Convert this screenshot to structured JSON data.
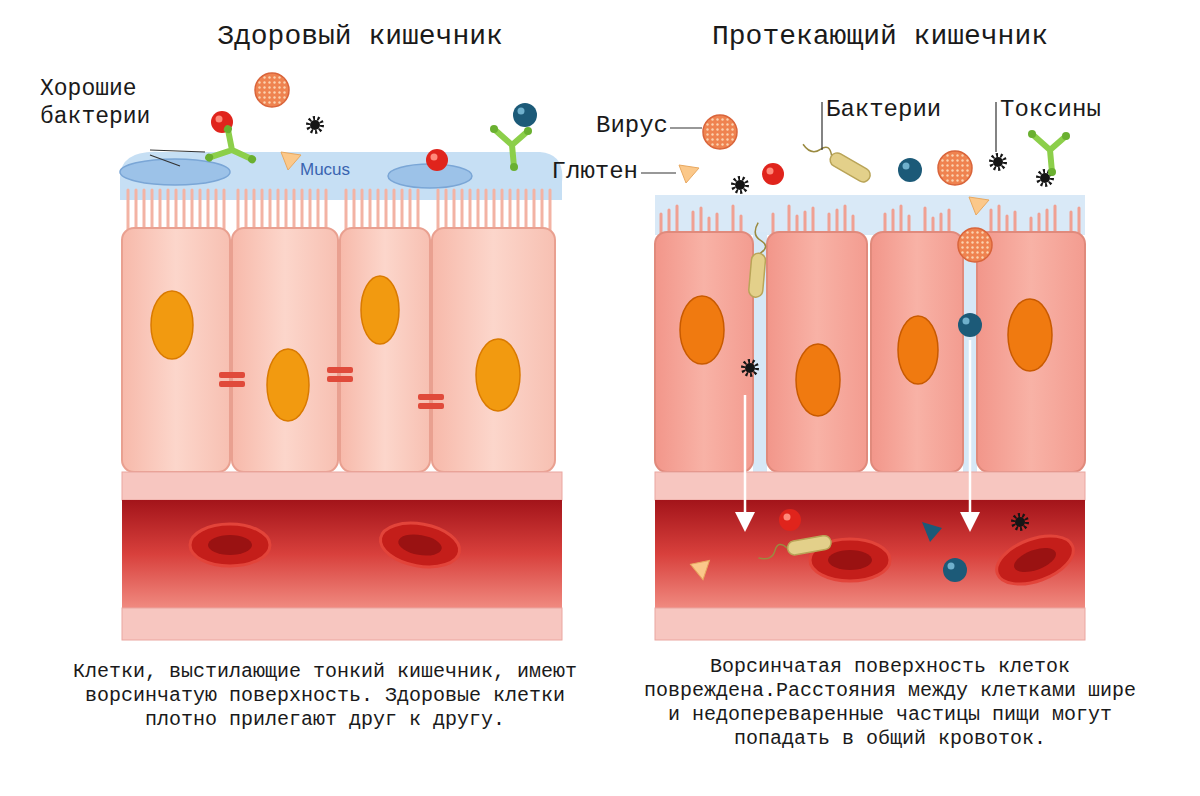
{
  "diagram": {
    "labels": [
      "Здоровый кишечник",
      "Протекающий кишечник",
      "Хорошие бактерии",
      "Mucus",
      "Вирус",
      "Бактерии",
      "Токсины",
      "Глютен",
      "Клетки, выстилающие тонкий кишечник, имеют ворсинчатую поверхность. Здоровые клетки плотно прилегают друг к другу.",
      "Ворсинчатая поверхность клеток повреждена.Расстояния между клетками шире и недопереваренные частицы пищи могут попадать в общий кровоток."
    ]
  }
}
